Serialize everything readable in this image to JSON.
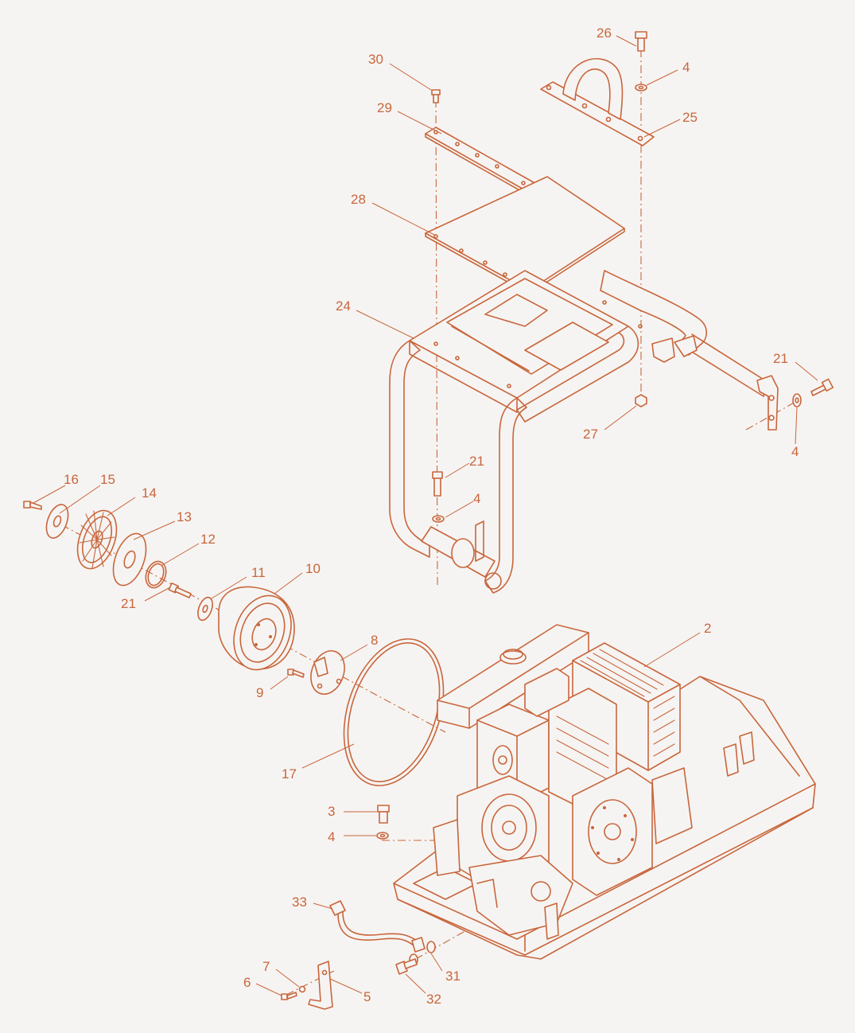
{
  "colors": {
    "line": "#c8663c",
    "background": "#f6f4f2"
  },
  "callouts": [
    {
      "id": "c26",
      "text": "26"
    },
    {
      "id": "c4a",
      "text": "4"
    },
    {
      "id": "c30",
      "text": "30"
    },
    {
      "id": "c29",
      "text": "29"
    },
    {
      "id": "c25",
      "text": "25"
    },
    {
      "id": "c28",
      "text": "28"
    },
    {
      "id": "c24",
      "text": "24"
    },
    {
      "id": "c21a",
      "text": "21"
    },
    {
      "id": "c27",
      "text": "27"
    },
    {
      "id": "c4b",
      "text": "4"
    },
    {
      "id": "c21b",
      "text": "21"
    },
    {
      "id": "c4c",
      "text": "4"
    },
    {
      "id": "c16",
      "text": "16"
    },
    {
      "id": "c15",
      "text": "15"
    },
    {
      "id": "c14",
      "text": "14"
    },
    {
      "id": "c13",
      "text": "13"
    },
    {
      "id": "c12",
      "text": "12"
    },
    {
      "id": "c11",
      "text": "11"
    },
    {
      "id": "c10",
      "text": "10"
    },
    {
      "id": "c21c",
      "text": "21"
    },
    {
      "id": "c2",
      "text": "2"
    },
    {
      "id": "c8",
      "text": "8"
    },
    {
      "id": "c9",
      "text": "9"
    },
    {
      "id": "c17",
      "text": "17"
    },
    {
      "id": "c3",
      "text": "3"
    },
    {
      "id": "c4d",
      "text": "4"
    },
    {
      "id": "c33",
      "text": "33"
    },
    {
      "id": "c7",
      "text": "7"
    },
    {
      "id": "c31",
      "text": "31"
    },
    {
      "id": "c6",
      "text": "6"
    },
    {
      "id": "c5",
      "text": "5"
    },
    {
      "id": "c32",
      "text": "32"
    }
  ]
}
